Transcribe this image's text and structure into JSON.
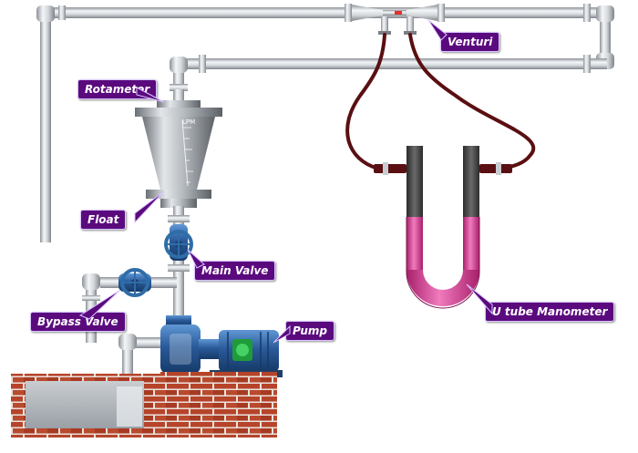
{
  "labels": {
    "venturi": "Venturi",
    "rotameter": "Rotameter",
    "float": "Float",
    "main_valve": "Main Valve",
    "bypass_valve": "Bypass Valve",
    "pump": "Pump",
    "u_tube_manometer": "U tube Manometer"
  },
  "rotameter_scale_unit": "LPM",
  "colors": {
    "callout_fill": "#5b0a7e",
    "callout_border": "#d9c6ff",
    "pipe": "#c8ccd0",
    "manometer_fluid": "#d0358f",
    "hose": "#5a0f12",
    "valve": "#2f6da8",
    "pump": "#2a5a99",
    "brick": "#b6442a"
  }
}
